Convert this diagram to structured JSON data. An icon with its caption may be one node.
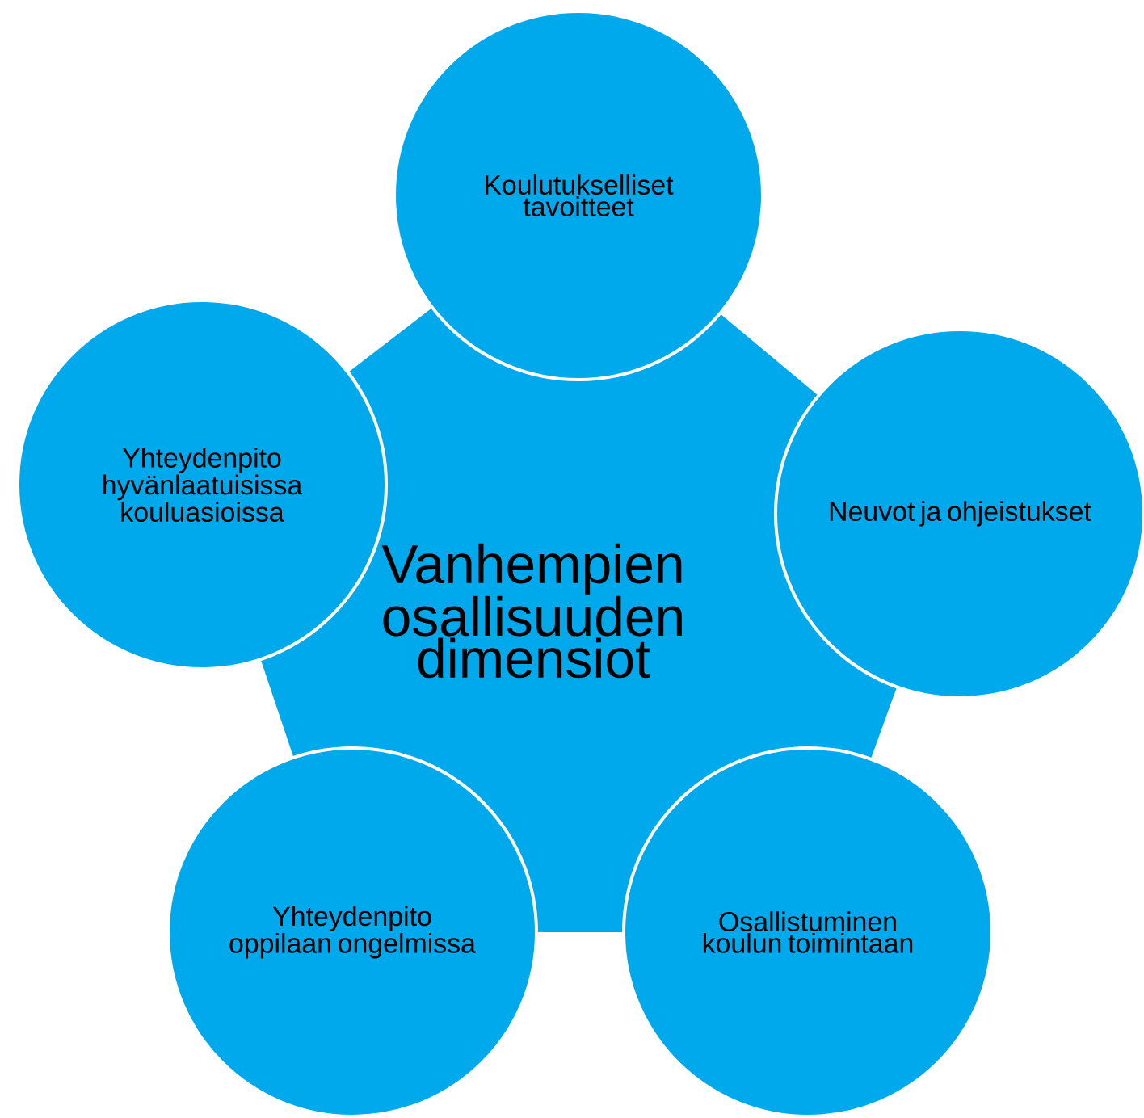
{
  "diagram": {
    "nodes": [
      {
        "text": [
          "Vanhempien osallisuuden dimensiot"
        ]
      },
      {
        "text": [
          "Koulutukselliset tavoitteet"
        ]
      },
      {
        "text": [
          "Neuvot ja ohjeistukset"
        ]
      },
      {
        "text": [
          "Osallistuminen koulun toimintaan"
        ]
      },
      {
        "text": [
          "Yhteydenpito oppilaan ongelmissa"
        ]
      },
      {
        "text": [
          "Yhteydenpito hyvänlaatuisissa kouluasioissa"
        ]
      }
    ]
  }
}
